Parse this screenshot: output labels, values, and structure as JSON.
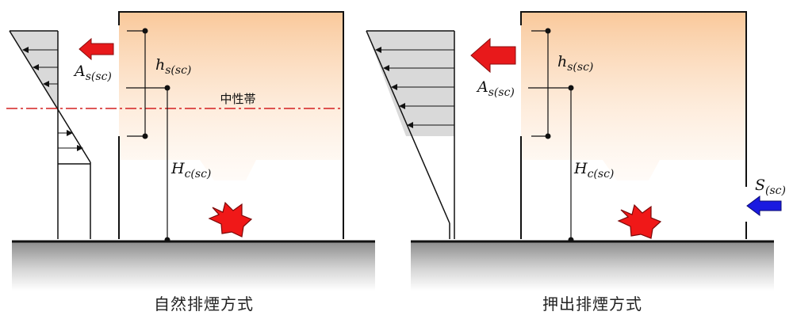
{
  "diagram": {
    "left_panel": {
      "caption": "自然排煙方式",
      "neutral_zone_label": "中性帯",
      "opening_label": {
        "base": "A",
        "sub": "s(sc)"
      },
      "smoke_layer_label": {
        "base": "h",
        "sub": "s(sc)"
      },
      "height_label": {
        "base": "H",
        "sub": "c(sc)"
      }
    },
    "right_panel": {
      "caption": "押出排煙方式",
      "opening_label": {
        "base": "A",
        "sub": "s(sc)"
      },
      "smoke_layer_label": {
        "base": "h",
        "sub": "s(sc)"
      },
      "height_label": {
        "base": "H",
        "sub": "c(sc)"
      },
      "supply_label": {
        "base": "S",
        "sub": "(sc)"
      }
    },
    "colors": {
      "smoke_top": "#f9c89a",
      "exhaust_arrow": "#e8191b",
      "supply_arrow": "#1a1ae0",
      "neutral_line": "#d42020",
      "fire": "#f01818",
      "pressure_fill": "#d9d9d9"
    }
  }
}
